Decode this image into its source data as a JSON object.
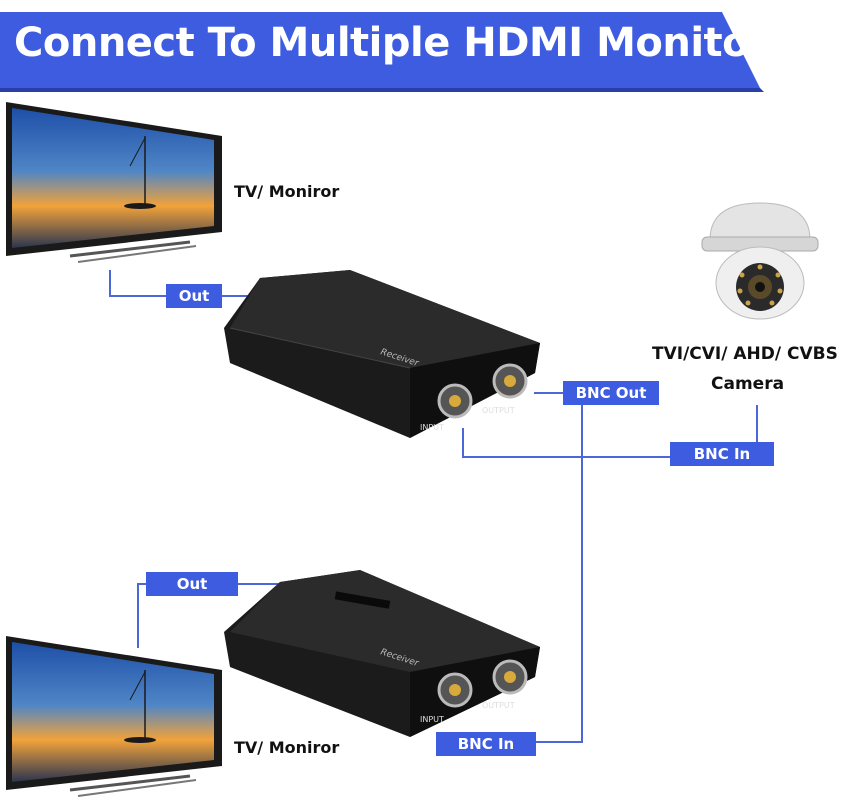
{
  "banner": {
    "title": "Connect To Multiple HDMI Monitors"
  },
  "tv_top": {
    "label": "TV/ Moniror"
  },
  "tv_bottom": {
    "label": "TV/ Moniror"
  },
  "camera": {
    "label_line1": "TVI/CVI/ AHD/ CVBS",
    "label_line2": "Camera"
  },
  "tags": {
    "top_hdmi_out": "Out",
    "top_bnc_out": "BNC Out",
    "camera_bnc_in": "BNC In",
    "bottom_hdmi_out": "Out",
    "bottom_bnc_in": "BNC In"
  },
  "device_top": {
    "brand": "Receiver",
    "port_input": "INPUT",
    "port_output": "OUTPUT"
  },
  "device_bottom": {
    "brand": "Receiver",
    "port_input": "INPUT",
    "port_output": "OUTPUT"
  },
  "colors": {
    "accent": "#3d5ce0",
    "banner": "#3d5ce0",
    "cable": "#3a5fd6",
    "device": "#1b1b1b"
  }
}
